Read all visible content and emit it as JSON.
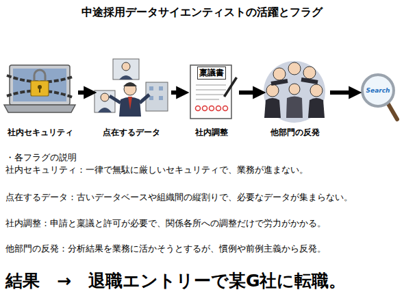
{
  "diagram": {
    "title": "中途採用データサイエンティストの活躍とフラグ",
    "nodes": [
      {
        "text": [
          "社内セキュリティ"
        ]
      },
      {
        "text": [
          "点在するデータ"
        ]
      },
      {
        "text": [
          "稟議書",
          "社内調整"
        ]
      },
      {
        "text": [
          "他部門の反発"
        ]
      },
      {
        "text": [
          "Search"
        ]
      }
    ],
    "edges": [
      {
        "from": 0,
        "to": 1,
        "arrow": "to"
      },
      {
        "from": 1,
        "to": 2,
        "arrow": "to"
      },
      {
        "from": 2,
        "to": 3,
        "arrow": "to"
      },
      {
        "from": 3,
        "to": 4,
        "arrow": "to"
      }
    ],
    "labels": [
      "・各フラグの説明",
      "社内セキュリティ：一律で無駄に厳しいセキュリティで、業務が進まない。",
      "点在するデータ：古いデータベースや組織間の縦割りで、必要なデータが集まらない。",
      "社内調整：申請と稟議と許可が必要で、関係各所への調整だけで労力がかかる。",
      "他部門の反発：分析結果を業務に活かそうとするが、慣例や前例主義から反発。",
      "結果　→　退職エントリーで某G社に転職。"
    ]
  }
}
